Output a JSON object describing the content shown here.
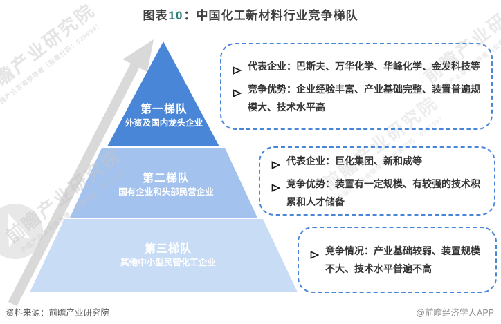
{
  "title": {
    "prefix": "图表",
    "number": "10",
    "rest": "：中国化工新材料行业竞争梯队"
  },
  "pyramid": {
    "tiers": [
      {
        "label": "第一梯队",
        "sublabel": "外资及国内龙头企业",
        "color": "#4a86d8"
      },
      {
        "label": "第二梯队",
        "sublabel": "国有企业和头部民营企业",
        "color": "#a3c2ee"
      },
      {
        "label": "第三梯队",
        "sublabel": "其他中小型民营化工企业",
        "color": "#c8dcf6"
      }
    ]
  },
  "callouts": [
    {
      "items": [
        {
          "text": "代表企业：巴斯夫、万华化学、华峰化学、金发科技等"
        },
        {
          "text": "竞争优势：企业经验丰富、产业基础完整、装置普遍规模大、技术水平高"
        }
      ]
    },
    {
      "items": [
        {
          "text": "代表企业：巨化集团、新和成等"
        },
        {
          "text": "竞争优势：装置有一定规模、有较强的技术积累和人才储备"
        }
      ]
    },
    {
      "items": [
        {
          "text": "竞争情况：产业基础较弱、装置规模不大、技术水平普遍不高"
        }
      ]
    }
  ],
  "footer": {
    "source": "资料来源：前瞻产业研究院",
    "credit": "@前瞻经济学人APP"
  },
  "watermark": {
    "main": "前瞻产业研究院",
    "sub": "中国产业咨询领导者（股票代码：839599）"
  },
  "icons": {
    "bullet": "right-arrowhead"
  },
  "colors": {
    "tier1": "#4a86d8",
    "tier2": "#a3c2ee",
    "tier3": "#c8dcf6",
    "arrow": "#d9d9d9",
    "box_border": "#4a86d8",
    "title_number": "#2e8077"
  }
}
